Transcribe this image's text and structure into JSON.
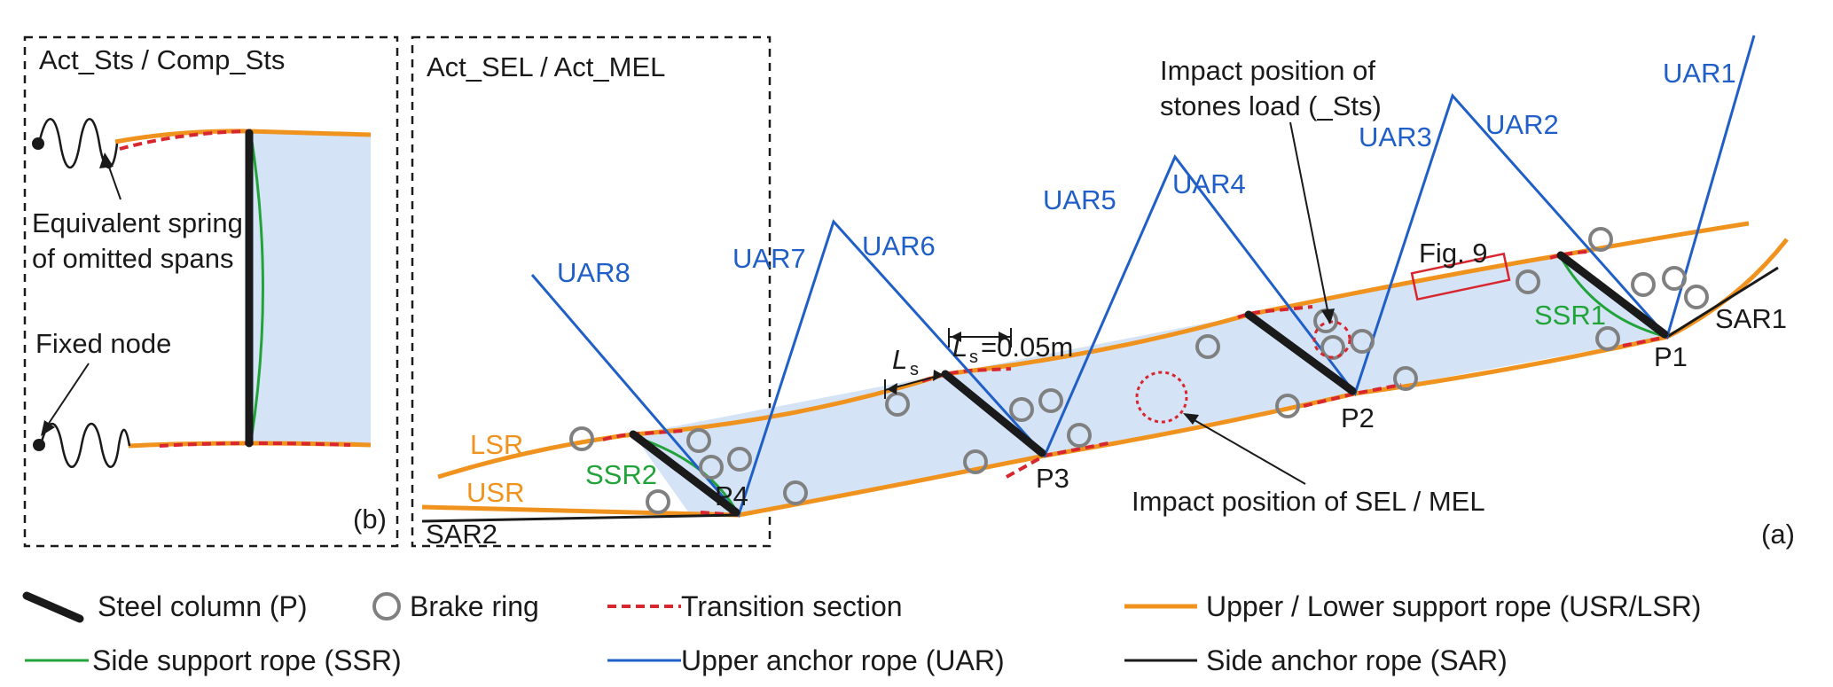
{
  "panel_b": {
    "title": "Act_Sts / Comp_Sts",
    "spring_note_line1": "Equivalent spring",
    "spring_note_line2": "of omitted spans",
    "fixed_note": "Fixed node",
    "tag": "(b)"
  },
  "panel_a": {
    "inset_title": "Act_SEL / Act_MEL",
    "tag": "(a)",
    "uar_labels": [
      "UAR1",
      "UAR2",
      "UAR3",
      "UAR4",
      "UAR5",
      "UAR6",
      "UAR7",
      "UAR8"
    ],
    "posts": [
      "P1",
      "P2",
      "P3",
      "P4"
    ],
    "ropes": {
      "lsr": "LSR",
      "usr": "USR",
      "ssr1": "SSR1",
      "ssr2": "SSR2",
      "sar1": "SAR1",
      "sar2": "SAR2"
    },
    "ls_symbol": "L",
    "ls_sub": "s",
    "ls_value": "=0.05m",
    "fig_ref": "Fig. 9",
    "stones_note_line1": "Impact position of",
    "stones_note_line2": "stones load (_Sts)",
    "sel_note": "Impact position of SEL / MEL"
  },
  "legend": {
    "steel_column": "Steel column (P)",
    "brake_ring": "Brake ring",
    "transition": "Transition section",
    "support_rope": "Upper / Lower support rope (USR/LSR)",
    "side_support": "Side support  rope (SSR)",
    "upper_anchor": "Upper anchor rope (UAR)",
    "side_anchor": "Side anchor rope (SAR)"
  },
  "colors": {
    "blue": "#1f5fc7",
    "orange": "#f0931e",
    "red": "#d7262e",
    "green": "#22a33a",
    "gray": "#808080",
    "fill": "#d5e3f6",
    "black": "#1a1a1a"
  }
}
